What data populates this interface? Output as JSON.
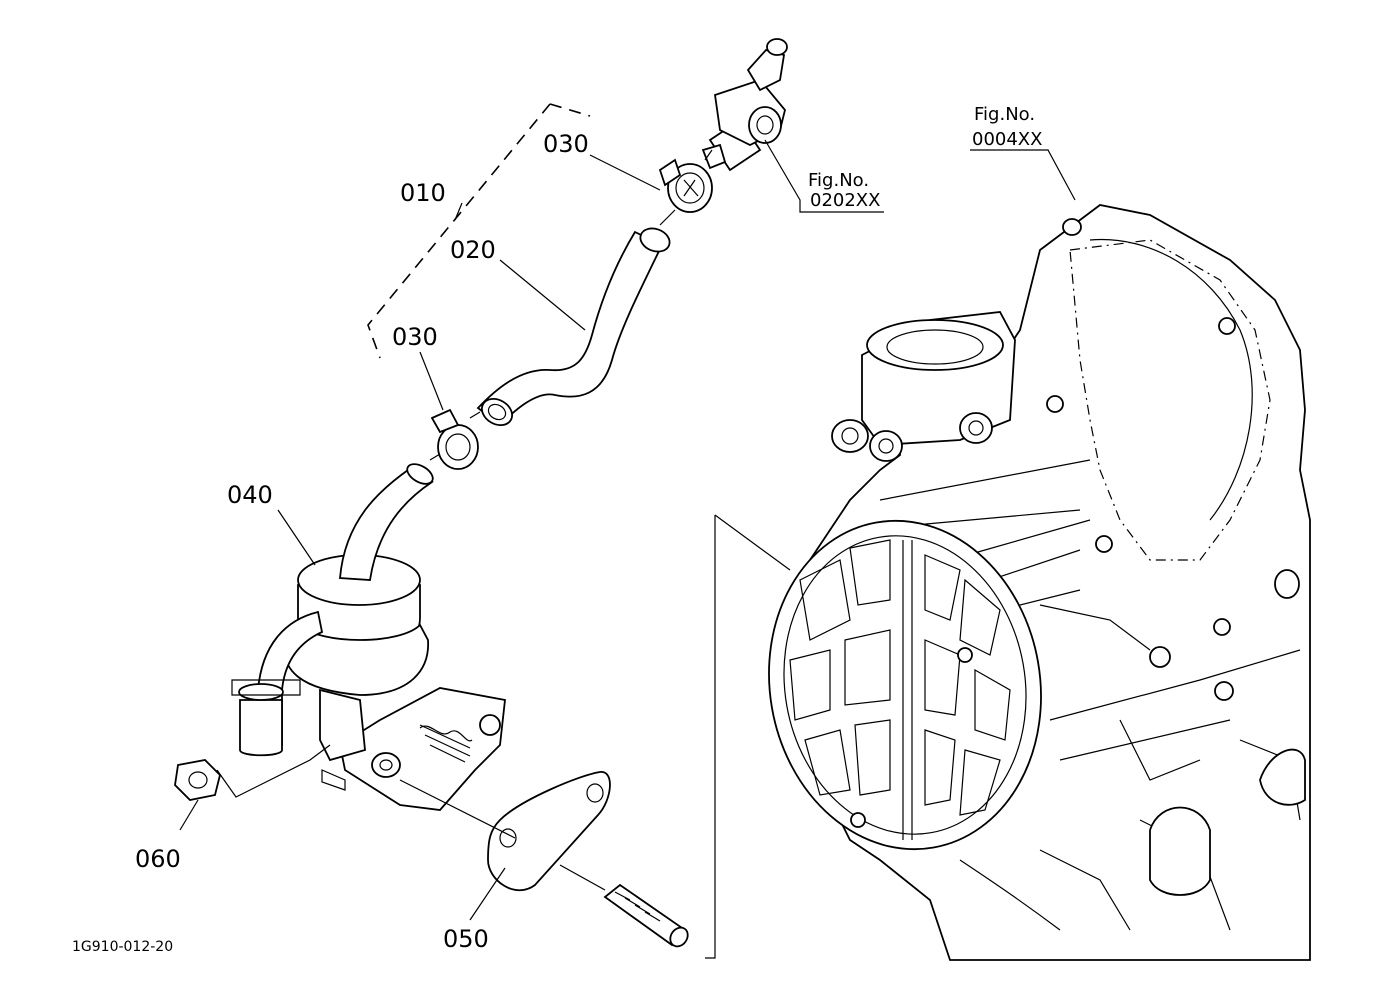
{
  "callouts": {
    "p010": "010",
    "p020": "020",
    "p030a": "030",
    "p030b": "030",
    "p040": "040",
    "p050": "050",
    "p060": "060"
  },
  "figrefs": {
    "upper_label": "Fig.No.",
    "upper_number": "0202XX",
    "engine_label": "Fig.No.",
    "engine_number": "0004XX"
  },
  "drawing_id": "1G910-012-20"
}
